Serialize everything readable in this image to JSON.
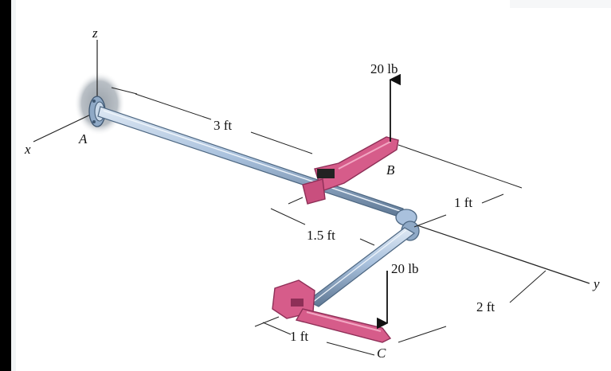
{
  "axes": {
    "x": "x",
    "y": "y",
    "z": "z"
  },
  "points": {
    "A": "A",
    "B": "B",
    "C": "C"
  },
  "forces": {
    "upper": "20 lb",
    "lower": "20 lb"
  },
  "dimensions": {
    "ab": "3 ft",
    "b_offset": "1 ft",
    "bend": "1.5 ft",
    "c_drop": "2 ft",
    "c_handle": "1 ft"
  },
  "colors": {
    "pipe": "#a9c1dd",
    "pipe_dark": "#5f7894",
    "wrench": "#d65c8a",
    "wrench_dark": "#8e2f57",
    "background": "#ffffff",
    "frame": "#000000"
  }
}
